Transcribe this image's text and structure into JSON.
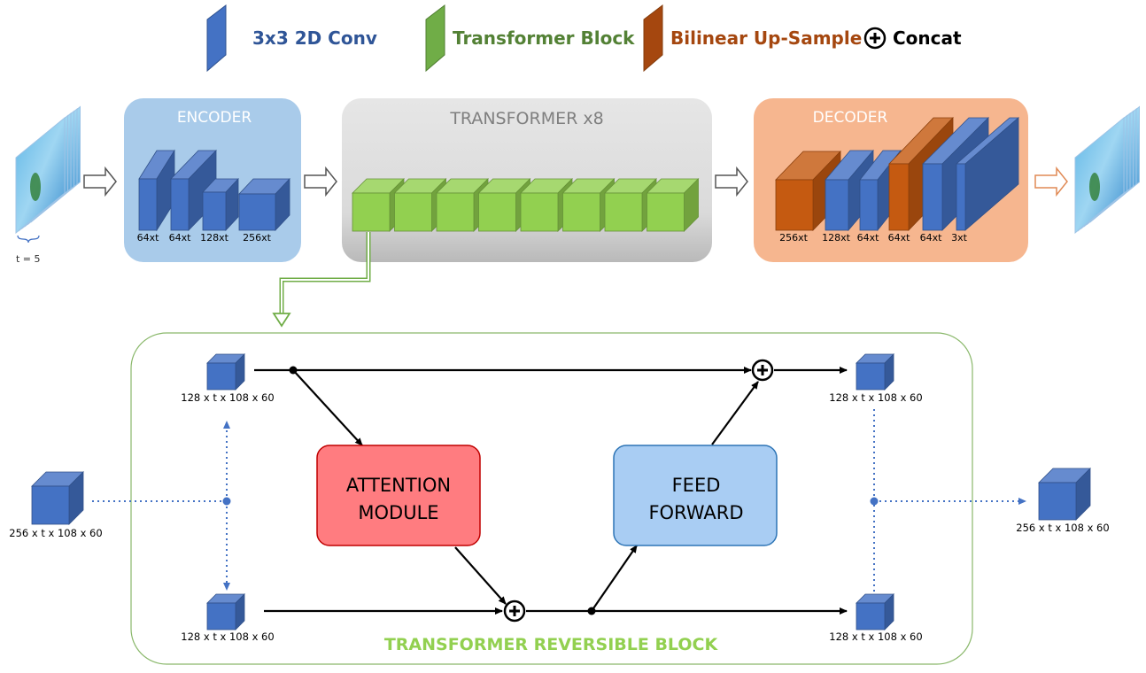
{
  "legend": {
    "conv_label": "3x3 2D Conv",
    "transformer_label": "Transformer Block",
    "upsample_label": "Bilinear Up-Sample",
    "concat_label": "Concat"
  },
  "encoder": {
    "title": "ENCODER",
    "blocks": [
      "64xt",
      "64xt",
      "128xt",
      "256xt"
    ]
  },
  "transformer": {
    "title": "TRANSFORMER x8",
    "block_count": 8
  },
  "decoder": {
    "title": "DECODER",
    "blocks": [
      "256xt",
      "128xt",
      "64xt",
      "64xt",
      "64xt",
      "3xt"
    ]
  },
  "input": {
    "frames_label": "t = 5"
  },
  "reversible_block": {
    "title": "TRANSFORMER REVERSIBLE BLOCK",
    "input_label": "256 x t x 108 x 60",
    "output_label": "256 x t x 108 x 60",
    "top_left_label": "128 x t x 108 x 60",
    "bottom_left_label": "128 x t x 108 x 60",
    "top_right_label": "128 x t x 108 x 60",
    "bottom_right_label": "128 x t x 108 x 60",
    "attention": {
      "line1": "ATTENTION",
      "line2": "MODULE"
    },
    "feedforward": {
      "line1": "FEED",
      "line2": "FORWARD"
    }
  },
  "colors": {
    "conv": "#4472c4",
    "transformer": "#92d050",
    "upsample": "#c55a11",
    "encoder_bg": "#a9cbea",
    "transformer_bg": "#dcdcdc",
    "decoder_bg": "#f6b68f",
    "attention_bg": "#ff7c80",
    "feedforward_bg": "#a9cdf3",
    "reversible_title": "#92d050"
  }
}
